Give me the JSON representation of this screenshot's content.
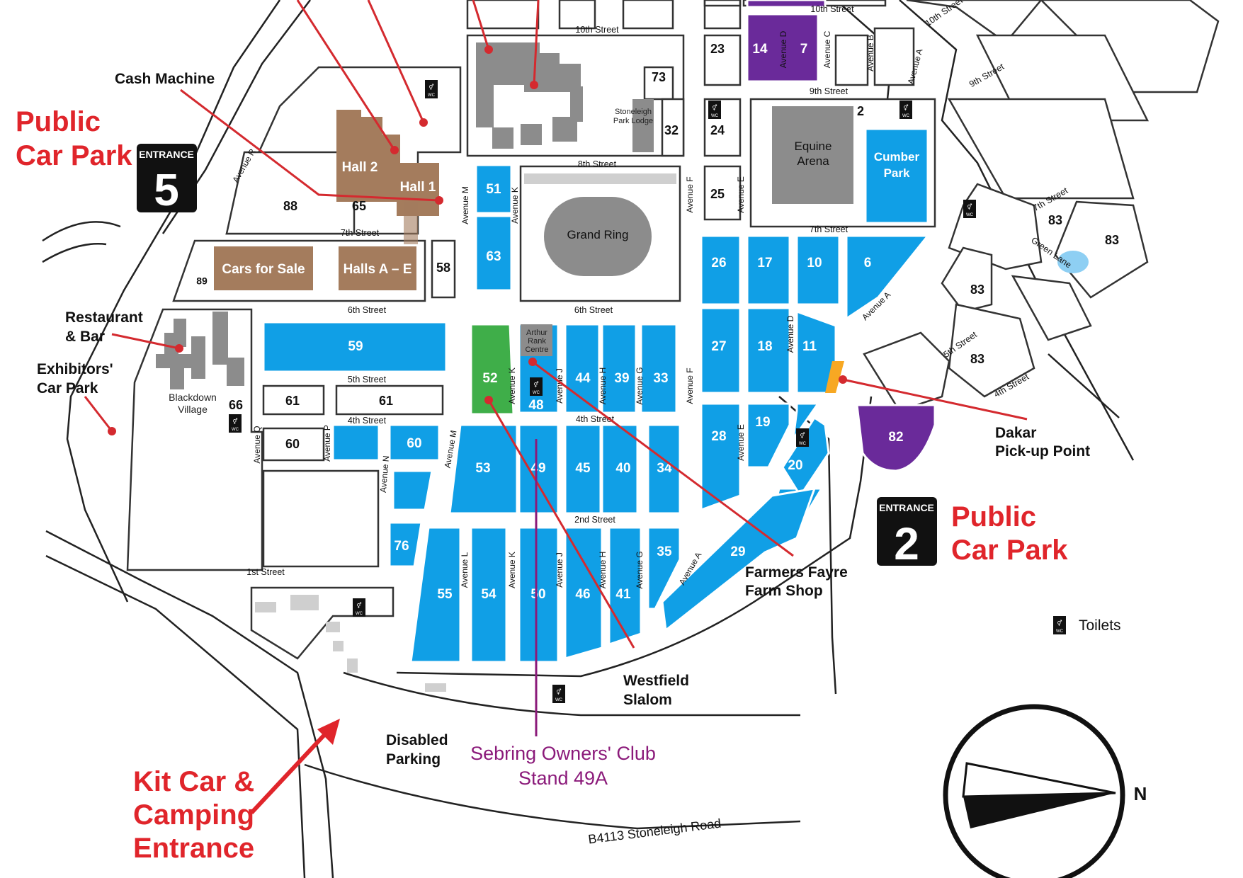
{
  "streets": {
    "s10": "10th Street",
    "s9": "9th Street",
    "s8": "8th Street",
    "s7": "7th Street",
    "s6": "6th Street",
    "s5": "5th Street",
    "s4": "4th Street",
    "s2": "2nd Street",
    "s1": "1st Street",
    "s10b": "10th Street",
    "s9b": "9th Street",
    "s7b": "7th Street",
    "s5b": "5th Street",
    "s4b": "4th Street",
    "green_lane": "Green Lane",
    "road": "B4113   Stoneleigh Road"
  },
  "avenues": {
    "a": "Avenue A",
    "b": "Avenue B",
    "c": "Avenue C",
    "d": "Avenue D",
    "e": "Avenue E",
    "f": "Avenue F",
    "g": "Avenue G",
    "h": "Avenue H",
    "j": "Avenue J",
    "k": "Avenue K",
    "l": "Avenue L",
    "m": "Avenue M",
    "n": "Avenue N",
    "p": "Avenue P",
    "q": "Avenue Q",
    "r": "Avenue R"
  },
  "stands": {
    "n6": "6",
    "n7": "7",
    "n10": "10",
    "n11": "11",
    "n14": "14",
    "n17": "17",
    "n18": "18",
    "n19": "19",
    "n20": "20",
    "n23": "23",
    "n24": "24",
    "n25": "25",
    "n26": "26",
    "n27": "27",
    "n28": "28",
    "n29": "29",
    "n32": "32",
    "n33": "33",
    "n34": "34",
    "n35": "35",
    "n39": "39",
    "n40": "40",
    "n41": "41",
    "n44": "44",
    "n45": "45",
    "n46": "46",
    "n48": "48",
    "n49": "49",
    "n50": "50",
    "n51": "51",
    "n52": "52",
    "n53": "53",
    "n54": "54",
    "n55": "55",
    "n58": "58",
    "n59": "59",
    "n60": "60",
    "n61": "61",
    "n63": "63",
    "n65": "65",
    "n66": "66",
    "n73": "73",
    "n76": "76",
    "n82": "82",
    "n83": "83",
    "n88": "88",
    "n89": "89",
    "n2": "2"
  },
  "buildings": {
    "hall2": "Hall 2",
    "hall1": "Hall 1",
    "cars_for_sale": "Cars for Sale",
    "halls_ae": "Halls A – E",
    "grand_ring": "Grand Ring",
    "equine_1": "Equine",
    "equine_2": "Arena",
    "cumber_1": "Cumber",
    "cumber_2": "Park",
    "lodge_1": "Stoneleigh",
    "lodge_2": "Park Lodge",
    "arthur_1": "Arthur",
    "arthur_2": "Rank",
    "arthur_3": "Centre",
    "blackdown_1": "Blackdown",
    "blackdown_2": "Village"
  },
  "labels": {
    "cash_machine": "Cash Machine",
    "restaurant_1": "Restaurant",
    "restaurant_2": "& Bar",
    "exhibitors_1": "Exhibitors'",
    "exhibitors_2": "Car Park",
    "public_cp5_1": "Public",
    "public_cp5_2": "Car Park",
    "public_cp2_1": "Public",
    "public_cp2_2": "Car Park",
    "entrance_word": "ENTRANCE",
    "entrance_5": "5",
    "entrance_2": "2",
    "dakar_1": "Dakar",
    "dakar_2": "Pick-up Point",
    "farmers_1": "Farmers Fayre",
    "farmers_2": "Farm Shop",
    "westfield_1": "Westfield",
    "westfield_2": "Slalom",
    "disabled_1": "Disabled",
    "disabled_2": "Parking",
    "sebring_1": "Sebring Owners' Club",
    "sebring_2": "Stand 49A",
    "kit_1": "Kit Car &",
    "kit_2": "Camping",
    "kit_3": "Entrance",
    "toilets": "Toilets",
    "wc": "WC",
    "north": "N"
  },
  "colors": {
    "stand_blue": "#109fe6",
    "stand_purple": "#6a2a9a",
    "stand_green": "#3fae49",
    "building_grey": "#8c8c8c",
    "hall_brown": "#a47c5d",
    "accent_red": "#e0252b",
    "sebring_magenta": "#8b1a7a"
  }
}
